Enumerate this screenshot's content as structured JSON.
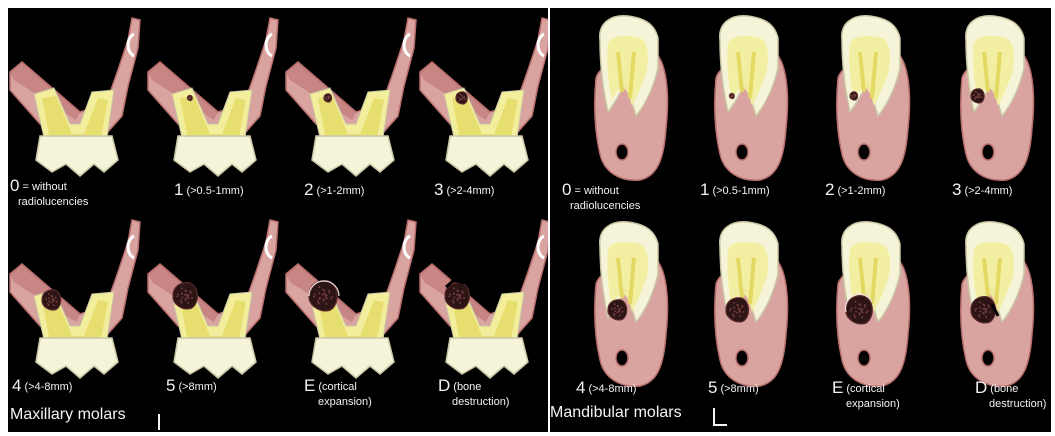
{
  "colors": {
    "background": "#000000",
    "bone": "#d9a3a0",
    "bone_dark": "#b86e6d",
    "tooth": "#f5f4d8",
    "root": "#f3ee9c",
    "pulp": "#e3d861",
    "crown_edge": "#c9c7a6",
    "lesion": "#2e1515",
    "text": "#f2f2f2"
  },
  "maxillary": {
    "title": "Maxillary molars",
    "scores": [
      {
        "num": "0",
        "label": "= without",
        "sub": "radiolucencies",
        "lesion": 0
      },
      {
        "num": "1",
        "label": "(>0.5-1mm)",
        "sub": "",
        "lesion": 1
      },
      {
        "num": "2",
        "label": "(>1-2mm)",
        "sub": "",
        "lesion": 2
      },
      {
        "num": "3",
        "label": "(>2-4mm)",
        "sub": "",
        "lesion": 3
      },
      {
        "num": "4",
        "label": "(>4-8mm)",
        "sub": "",
        "lesion": 4
      },
      {
        "num": "5",
        "label": "(>8mm)",
        "sub": "",
        "lesion": 5
      },
      {
        "num": "E",
        "label": "(cortical",
        "sub": "expansion)",
        "lesion": 6
      },
      {
        "num": "D",
        "label": "(bone",
        "sub": "destruction)",
        "lesion": 7
      }
    ]
  },
  "mandibular": {
    "title": "Mandibular molars",
    "scores": [
      {
        "num": "0",
        "label": "= without",
        "sub": "radiolucencies",
        "lesion": 0
      },
      {
        "num": "1",
        "label": "(>0.5-1mm)",
        "sub": "",
        "lesion": 1
      },
      {
        "num": "2",
        "label": "(>1-2mm)",
        "sub": "",
        "lesion": 2
      },
      {
        "num": "3",
        "label": "(>2-4mm)",
        "sub": "",
        "lesion": 3
      },
      {
        "num": "4",
        "label": "(>4-8mm)",
        "sub": "",
        "lesion": 4
      },
      {
        "num": "5",
        "label": "(>8mm)",
        "sub": "",
        "lesion": 5
      },
      {
        "num": "E",
        "label": "(cortical",
        "sub": "expansion)",
        "lesion": 6
      },
      {
        "num": "D",
        "label": "(bone",
        "sub": "destruction)",
        "lesion": 7
      }
    ]
  }
}
